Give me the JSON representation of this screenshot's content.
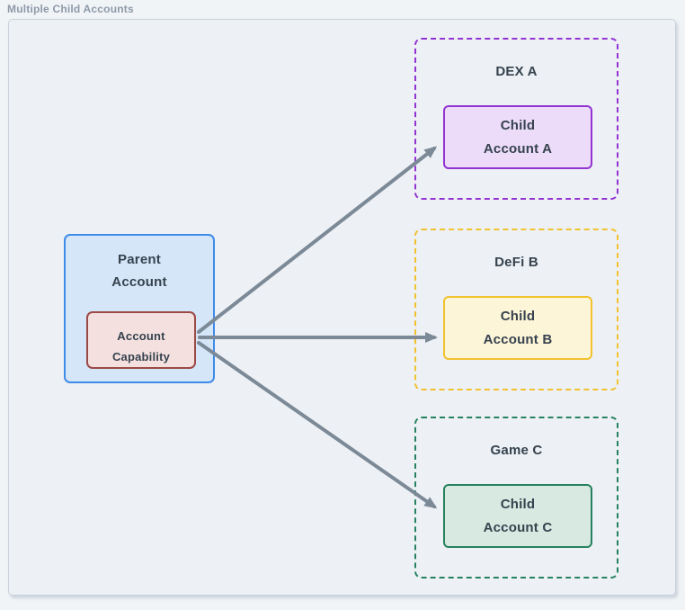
{
  "title": "Multiple Child Accounts",
  "parent_node": {
    "label": "Parent\nAccount"
  },
  "capability_node": {
    "label": "Account\nCapability"
  },
  "groups": [
    {
      "label": "DEX A",
      "child_label": "Child\nAccount A",
      "accent": "#9233d2",
      "child_fill": "#ecdcf9"
    },
    {
      "label": "DeFi B",
      "child_label": "Child\nAccount B",
      "accent": "#f1c12e",
      "child_fill": "#fdf5d8"
    },
    {
      "label": "Game C",
      "child_label": "Child\nAccount C",
      "accent": "#27815f",
      "child_fill": "#d8e9e1"
    }
  ],
  "colors": {
    "page_bg": "#f1f4f7",
    "canvas_bg": "#edf1f5",
    "canvas_border": "#c9d1da",
    "title_text": "#8e99a8",
    "node_text": "#36424e",
    "arrow": "#7c8996",
    "parent_fill": "#d5e6f8",
    "parent_border": "#3f8ce8",
    "capability_fill": "#f4e1df",
    "capability_border": "#9c4a45"
  }
}
